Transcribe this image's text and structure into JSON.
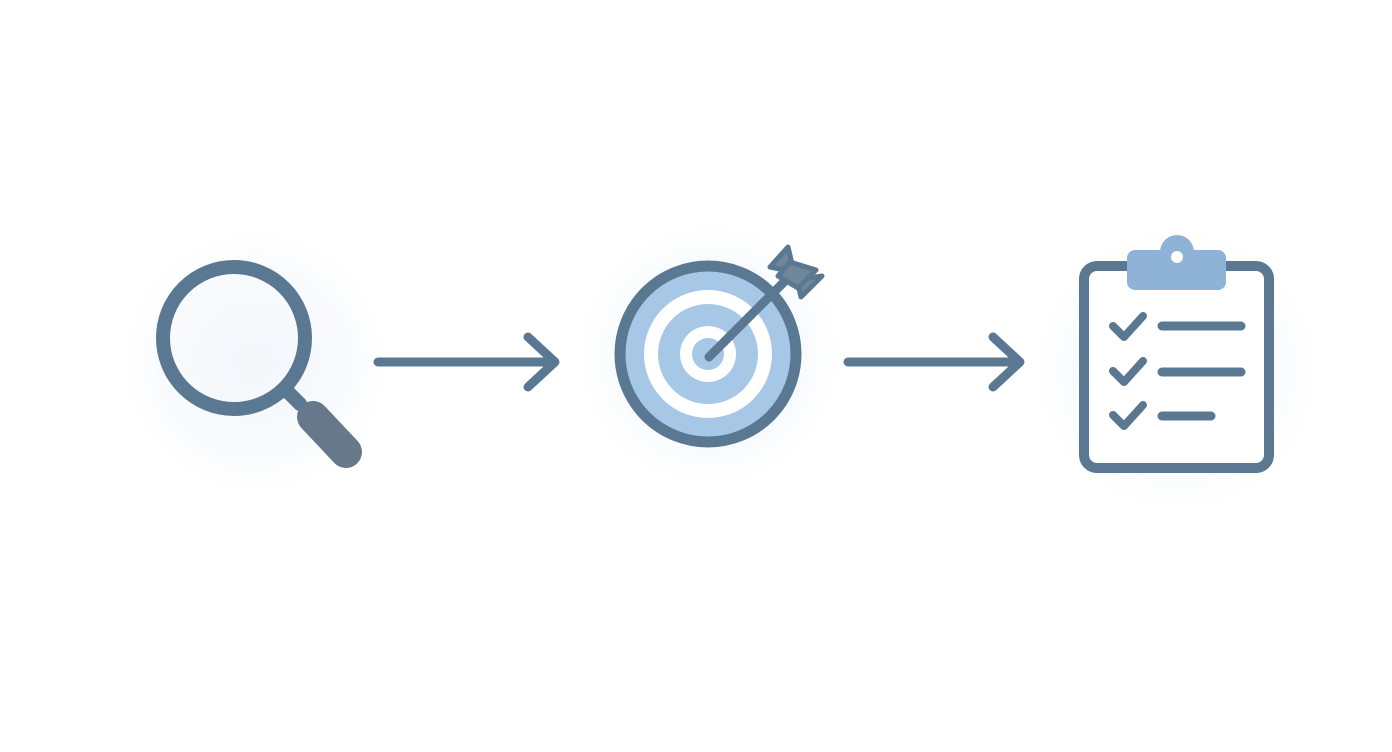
{
  "diagram": {
    "type": "process-flow",
    "steps": [
      {
        "icon": "magnifying-glass-icon"
      },
      {
        "icon": "target-with-arrow-icon"
      },
      {
        "icon": "clipboard-checklist-icon"
      }
    ],
    "connectors": [
      {
        "from": 0,
        "to": 1
      },
      {
        "from": 1,
        "to": 2
      }
    ],
    "colors": {
      "background": "#ffffff",
      "stroke_primary": "#5a7892",
      "handle": "#66798a",
      "accent_light": "#a6c8e6",
      "clipboard_clip": "#8fb3d6",
      "arrow_fletching": "#6f8799",
      "halo": "#f3f7fb"
    }
  }
}
